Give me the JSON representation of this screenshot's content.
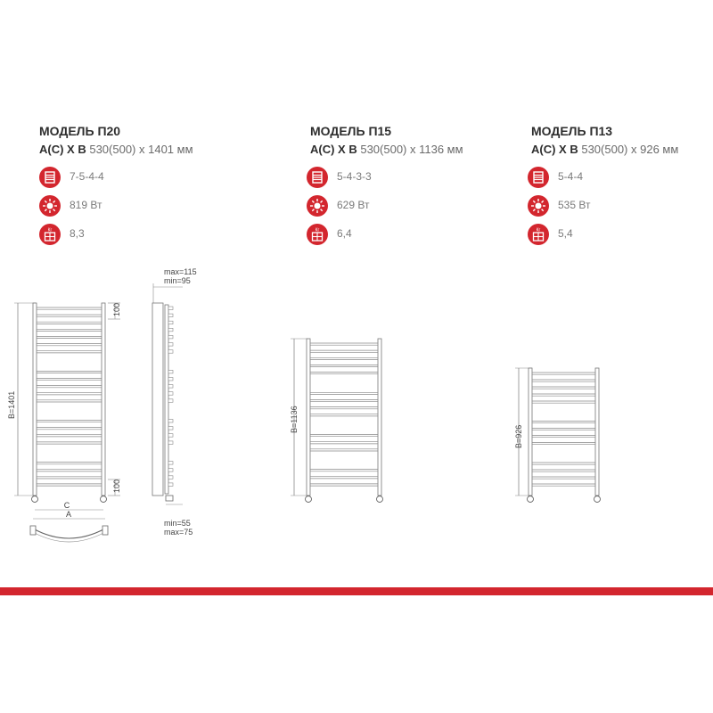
{
  "models": [
    {
      "title": "МОДЕЛЬ П20",
      "dims_label": "А(С) Х В",
      "dims_value": "530(500) х 1401 мм",
      "sections": "7-5-4-4",
      "power": "819 Вт",
      "weight": "8,3"
    },
    {
      "title": "МОДЕЛЬ П15",
      "dims_label": "А(С) Х В",
      "dims_value": "530(500) х 1136 мм",
      "sections": "5-4-3-3",
      "power": "629 Вт",
      "weight": "6,4"
    },
    {
      "title": "МОДЕЛЬ П13",
      "dims_label": "А(С) Х В",
      "dims_value": "530(500) х 926 мм",
      "sections": "5-4-4",
      "power": "535 Вт",
      "weight": "5,4"
    }
  ],
  "icons": {
    "sections": "sections-icon",
    "power": "sun-heat-icon",
    "weight": "weight-kg-icon",
    "weight_unit": "Кг"
  },
  "drawings": {
    "p20_height": "В=1401",
    "p15_height": "В=1136",
    "p13_height": "В=926",
    "gap_top": "100",
    "gap_bottom": "100",
    "width_c": "С",
    "width_a": "А",
    "depth_max_top": "max=115",
    "depth_min_top": "min=95",
    "depth_min_bottom": "min=55",
    "depth_max_bottom": "max=75"
  },
  "colors": {
    "accent": "#d3262e",
    "line": "#8a8a8a"
  }
}
